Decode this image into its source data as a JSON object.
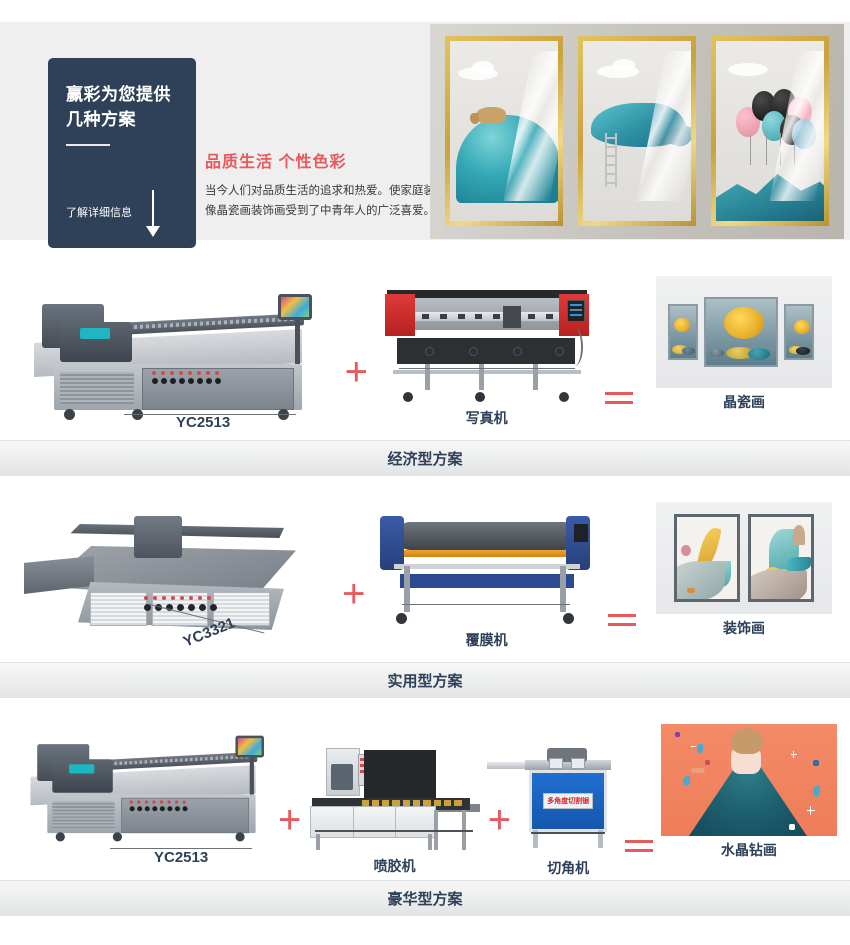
{
  "hero": {
    "promo": {
      "title_line1": "赢彩为您提供",
      "title_line2": "几种方案",
      "more_label": "了解详细信息",
      "arrow_icon": "arrow-down-icon",
      "bg_color": "#2e4159"
    },
    "headline": "品质生活 个性色彩",
    "headline_color": "#e8595c",
    "body_line1": "当今人们对品质生活的追求和热爱。使家庭装修装饰行业需求巨大。",
    "body_line2": "像晶瓷画装饰画受到了中青年人的广泛喜爱。",
    "artwork": {
      "name": "gold-framed-triptych",
      "frames": [
        "elephant-on-teal-hill",
        "whale-with-ladder",
        "balloons-over-mountain"
      ]
    }
  },
  "operators": {
    "plus": "+",
    "equals": "=",
    "color": "#e8595c"
  },
  "rows": [
    {
      "plan_label": "经济型方案",
      "items": [
        {
          "name": "uv-flatbed-printer",
          "model": "YC2513",
          "caption": ""
        },
        {
          "name": "eco-solvent-printer",
          "model": "",
          "caption": "写真机"
        },
        {
          "name": "result-crystal-porcelain",
          "model": "",
          "caption": "晶瓷画"
        }
      ]
    },
    {
      "plan_label": "实用型方案",
      "items": [
        {
          "name": "uv-flatbed-printer-large",
          "model": "YC3321",
          "caption": ""
        },
        {
          "name": "laminating-machine",
          "model": "",
          "caption": "覆膜机"
        },
        {
          "name": "result-decorative-painting",
          "model": "",
          "caption": "装饰画"
        }
      ]
    },
    {
      "plan_label": "豪华型方案",
      "items": [
        {
          "name": "uv-flatbed-printer",
          "model": "YC2513",
          "caption": ""
        },
        {
          "name": "glue-spraying-machine",
          "model": "",
          "caption": "喷胶机"
        },
        {
          "name": "corner-cutting-machine",
          "model": "",
          "caption": "切角机",
          "sign_text": "多角度切割锯"
        },
        {
          "name": "result-crystal-diamond-painting",
          "model": "",
          "caption": "水晶钻画"
        }
      ]
    }
  ]
}
